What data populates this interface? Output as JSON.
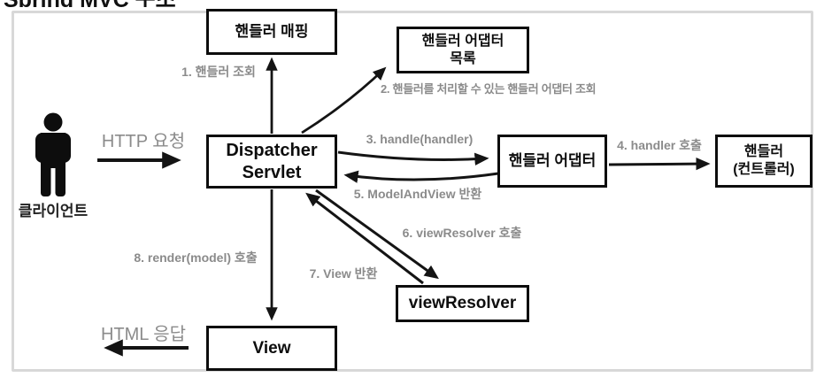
{
  "page": {
    "clipped_title": "Spring MVC 구조"
  },
  "actor": {
    "label": "클라이언트",
    "icon": "person-icon"
  },
  "boxes": {
    "handler_mapping": {
      "label": "핸들러 매핑"
    },
    "handler_adapter_list": {
      "line1": "핸들러 어댑터",
      "line2": "목록"
    },
    "dispatcher_servlet": {
      "line1": "Dispatcher",
      "line2": "Servlet"
    },
    "handler_adapter": {
      "label": "핸들러 어댑터"
    },
    "handler_controller": {
      "line1": "핸들러",
      "line2": "(컨트롤러)"
    },
    "view_resolver": {
      "label": "viewResolver"
    },
    "view": {
      "label": "View"
    }
  },
  "flows": {
    "http_request": "HTTP 요청",
    "html_response": "HTML 응답",
    "step1": "1. 핸들러 조회",
    "step2": "2. 핸들러를 처리할 수 있는 핸들러 어댑터 조회",
    "step3": "3. handle(handler)",
    "step4": "4. handler 호출",
    "step5": "5. ModelAndView 반환",
    "step6": "6. viewResolver 호출",
    "step7": "7. View 반환",
    "step8": "8. render(model) 호출"
  },
  "colors": {
    "frame_border": "#d8d8d8",
    "box_border": "#0d0d0d",
    "box_text": "#0d0d0d",
    "flow_label_gray": "#8b8b8b",
    "arrow_black": "#141414",
    "background": "#ffffff"
  }
}
